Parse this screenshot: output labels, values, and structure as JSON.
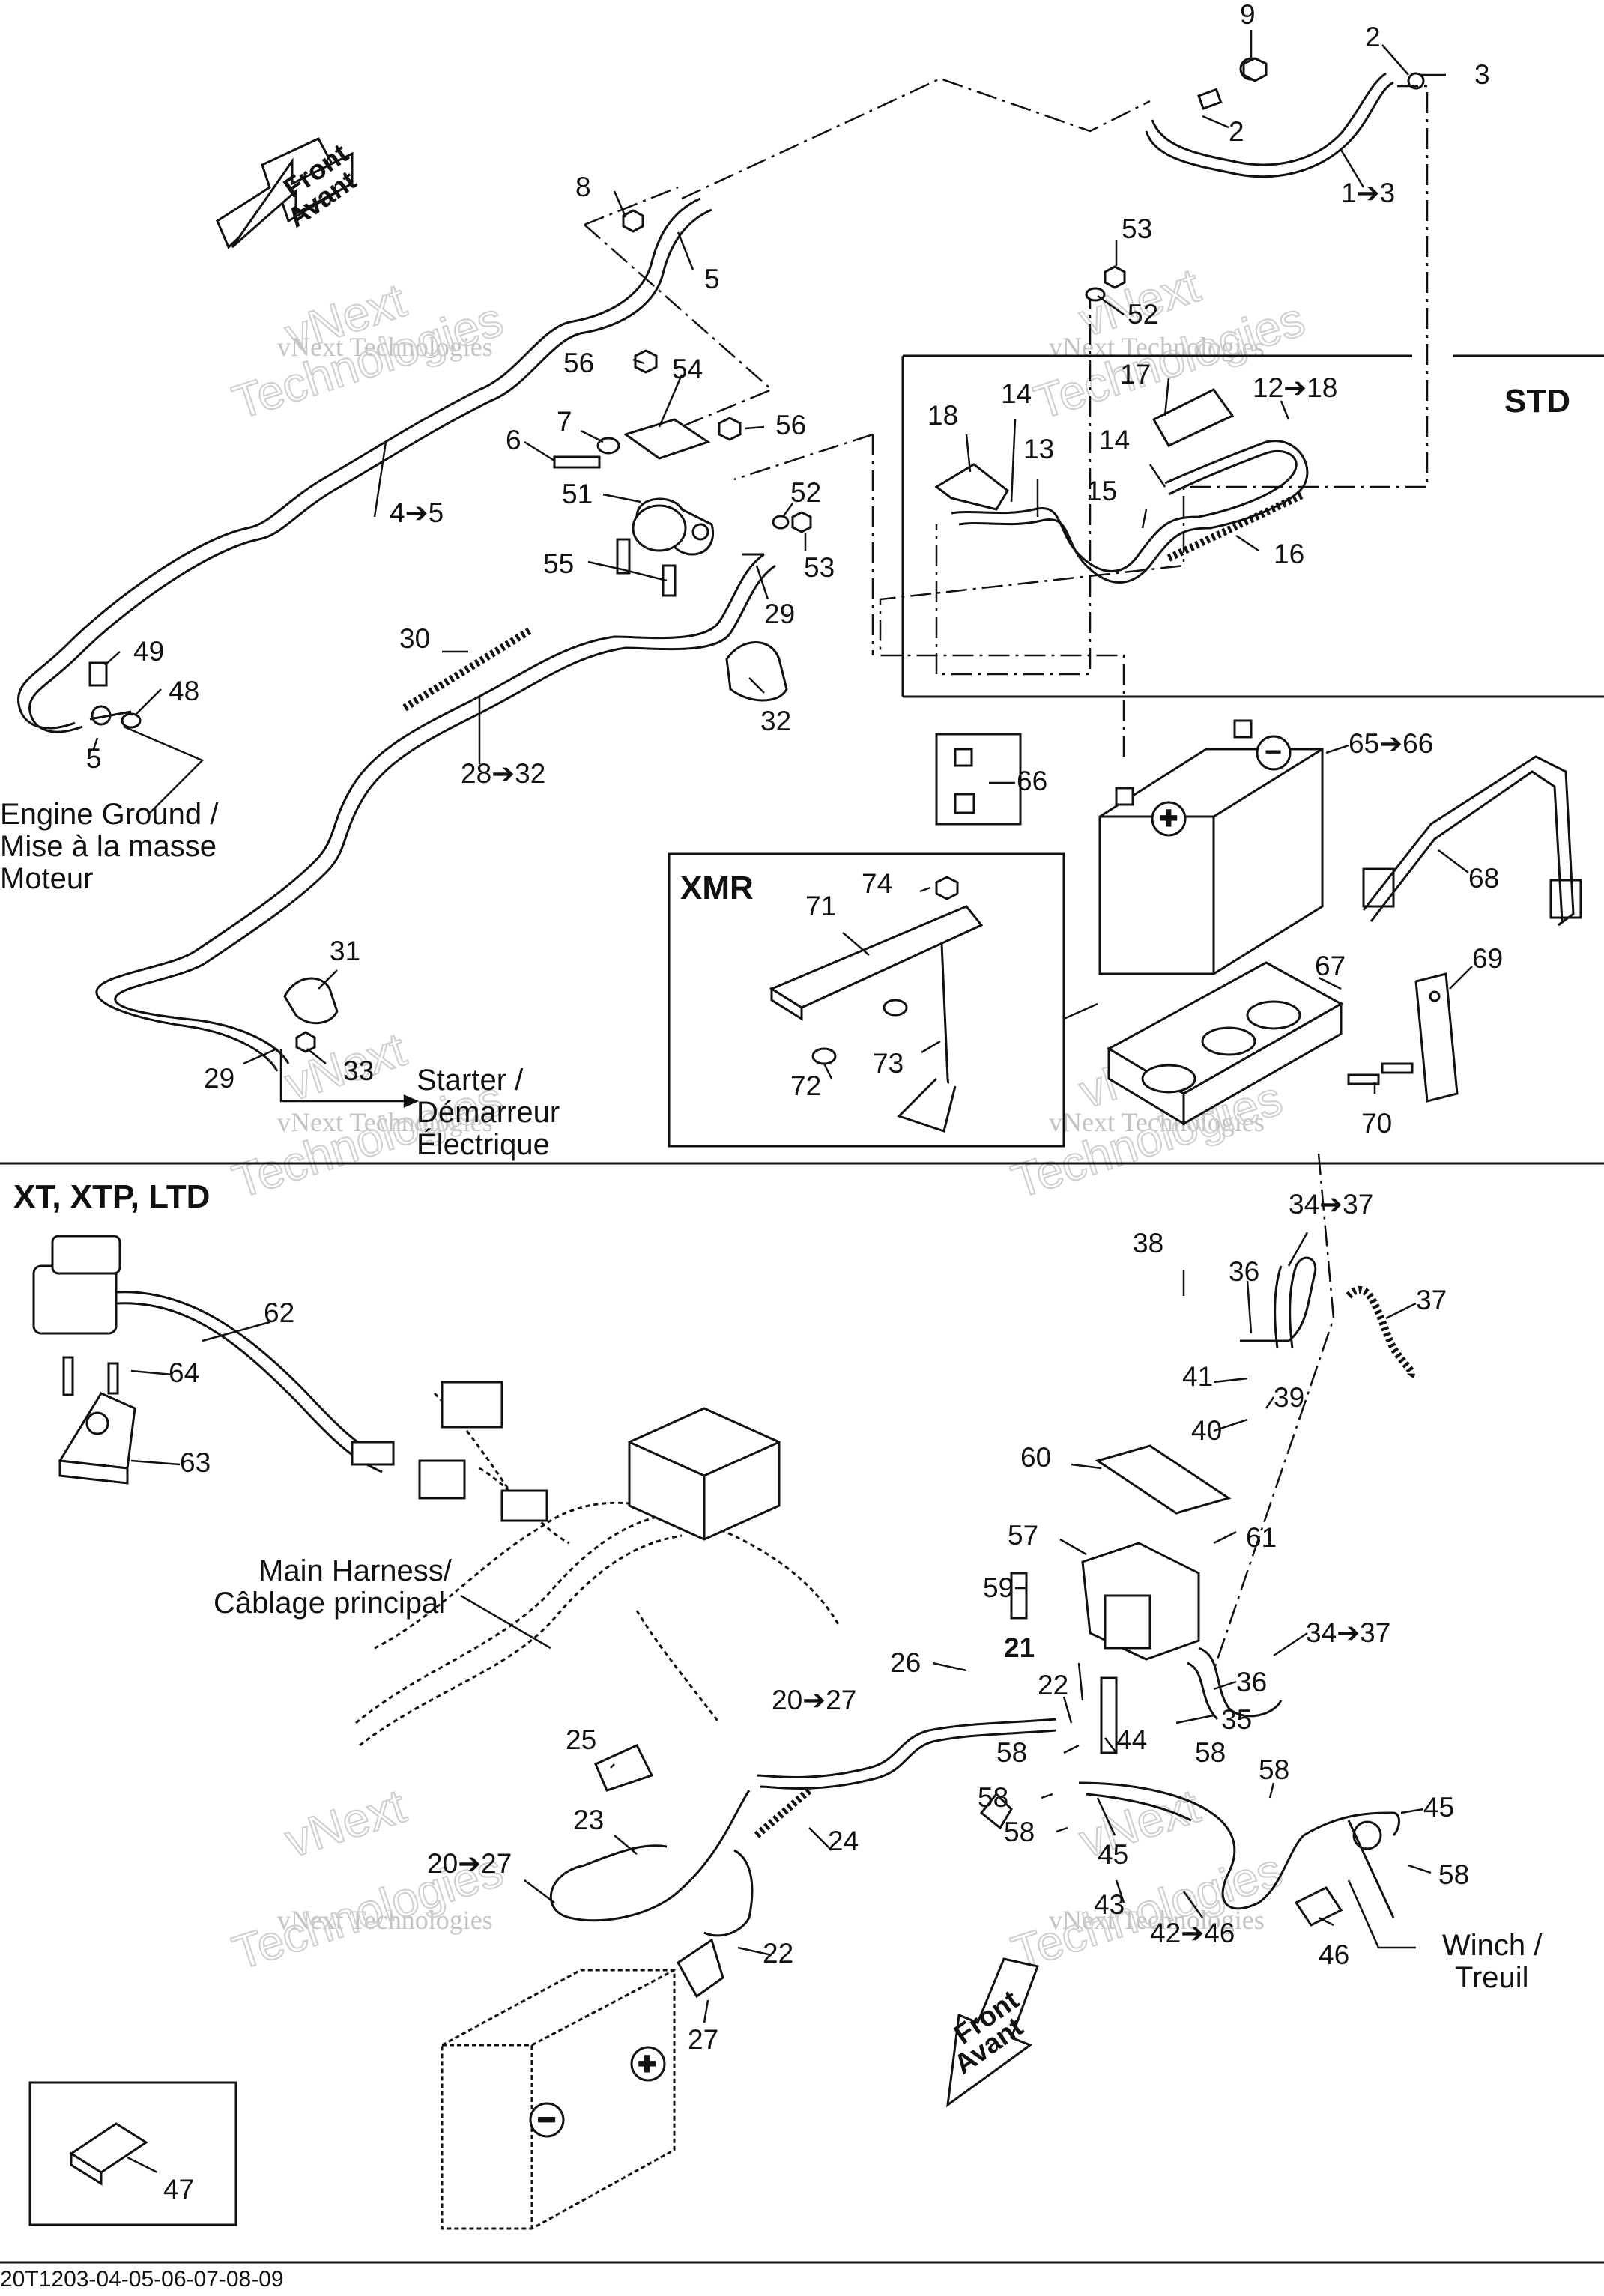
{
  "sections": {
    "std": "STD",
    "xmr": "XMR",
    "xt": "XT, XTP, LTD"
  },
  "arrows": {
    "front_top_line1": "Front",
    "front_top_line2": "Avant",
    "front_bottom_line1": "Front",
    "front_bottom_line2": "Avant"
  },
  "annotations": {
    "engine_ground_1": "Engine Ground /",
    "engine_ground_2": "Mise à la masse",
    "engine_ground_3": "Moteur",
    "starter_1": "Starter /",
    "starter_2": "Démarreur",
    "starter_3": "Électrique",
    "harness_1": "Main Harness/",
    "harness_2": "Câblage principal",
    "winch_1": "Winch /",
    "winch_2": "Treuil"
  },
  "callouts": {
    "c9": "9",
    "c2a": "2",
    "c3": "3",
    "c2b": "2",
    "c1_3": "1➔3",
    "c8": "8",
    "c5a": "5",
    "c53a": "53",
    "c52a": "52",
    "c56a": "56",
    "c54": "54",
    "c7": "7",
    "c6": "6",
    "c56b": "56",
    "c51": "51",
    "c52b": "52",
    "c53b": "53",
    "c55": "55",
    "c29a": "29",
    "c4_5": "4➔5",
    "c49": "49",
    "c48": "48",
    "c5b": "5",
    "c30": "30",
    "c32": "32",
    "c28_32": "28➔32",
    "c17": "17",
    "c12_18": "12➔18",
    "c18": "18",
    "c14a": "14",
    "c13": "13",
    "c14b": "14",
    "c15": "15",
    "c16": "16",
    "c65_66": "65➔66",
    "c66": "66",
    "c74": "74",
    "c71": "71",
    "c68": "68",
    "c67": "67",
    "c69": "69",
    "c72": "72",
    "c73": "73",
    "c70": "70",
    "c31": "31",
    "c29b": "29",
    "c33": "33",
    "c34_37a": "34➔37",
    "c38": "38",
    "c36a": "36",
    "c37": "37",
    "c62": "62",
    "c64": "64",
    "c41": "41",
    "c39": "39",
    "c40": "40",
    "c63": "63",
    "c60": "60",
    "c57": "57",
    "c61": "61",
    "c59": "59",
    "c34_37b": "34➔37",
    "c26": "26",
    "c21": "21",
    "c22a": "22",
    "c36b": "36",
    "c35": "35",
    "c20_27a": "20➔27",
    "c58a": "58",
    "c44": "44",
    "c58b": "58",
    "c25": "25",
    "c58c": "58",
    "c58d": "58",
    "c45a": "45",
    "c45b": "45",
    "c24": "24",
    "c23": "23",
    "c58e": "58",
    "c20_27b": "20➔27",
    "c43": "43",
    "c42_46": "42➔46",
    "c46": "46",
    "c22b": "22",
    "c27": "27",
    "c47": "47"
  },
  "watermarks": {
    "w1a": "vNext",
    "w1b": "vNext Technologies",
    "w1c": "Technologies",
    "w2a": "vNext",
    "w2b": "vNext Technologies",
    "w2c": "Technologies",
    "w3a": "vNext",
    "w3b": "vNext Technologies",
    "w3c": "Technologies",
    "w4a": "vNext",
    "w4b": "vNext Technologies",
    "w4c": "Technologies",
    "w5a": "vNext",
    "w5b": "vNext Technologies",
    "w5c": "Technologies",
    "w6a": "vNext",
    "w6b": "vNext Technologies",
    "w6c": "Technologies"
  },
  "footer": "20T1203-04-05-06-07-08-09"
}
